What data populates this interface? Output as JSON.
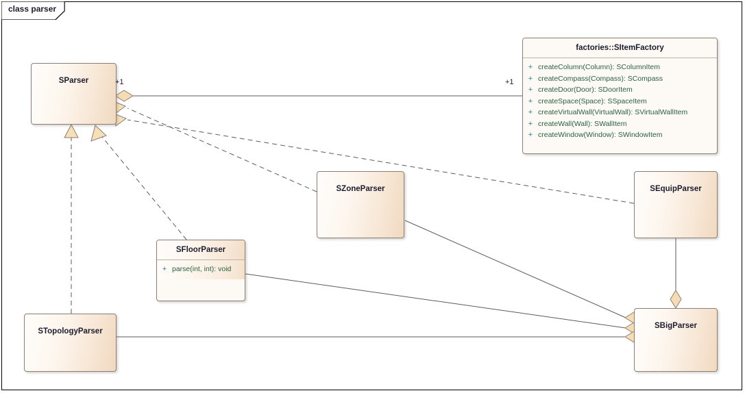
{
  "diagram": {
    "frame_label": "class parser",
    "kind": "uml-class-diagram",
    "colors": {
      "box_border": "#8a7f76",
      "box_fill_light": "#fffdfb",
      "box_fill_dark": "#f0d9c0",
      "title_text": "#1c1c2e",
      "member_text": "#2c5d3f",
      "visibility_text": "#2d7a8c",
      "connector": "#5a5a5a",
      "diamond_fill": "#f5dcb4",
      "frame_border": "#000000"
    }
  },
  "classes": [
    {
      "id": "sparser",
      "name": "SParser",
      "members": []
    },
    {
      "id": "sitemfactory",
      "name": "factories::SItemFactory",
      "members": [
        {
          "visibility": "+",
          "signature": "createColumn(Column): SColumnItem"
        },
        {
          "visibility": "+",
          "signature": "createCompass(Compass): SCompass"
        },
        {
          "visibility": "+",
          "signature": "createDoor(Door): SDoorItem"
        },
        {
          "visibility": "+",
          "signature": "createSpace(Space): SSpaceItem"
        },
        {
          "visibility": "+",
          "signature": "createVirtualWall(VirtualWall): SVirtualWallItem"
        },
        {
          "visibility": "+",
          "signature": "createWall(Wall): SWallItem"
        },
        {
          "visibility": "+",
          "signature": "createWindow(Window): SWindowItem"
        }
      ]
    },
    {
      "id": "szoneparser",
      "name": "SZoneParser",
      "members": []
    },
    {
      "id": "sequipparser",
      "name": "SEquipParser",
      "members": []
    },
    {
      "id": "sfloorparser",
      "name": "SFloorParser",
      "members": [
        {
          "visibility": "+",
          "signature": "parse(int, int): void"
        }
      ]
    },
    {
      "id": "stopologyparser",
      "name": "STopologyParser",
      "members": []
    },
    {
      "id": "sbigparser",
      "name": "SBigParser",
      "members": []
    }
  ],
  "multiplicities": [
    {
      "id": "mult-sparser-end",
      "value": "+1"
    },
    {
      "id": "mult-sitemfactory-end",
      "value": "+1"
    }
  ],
  "relationships": [
    {
      "id": "rel-sparser-sitemfactory",
      "type": "aggregation",
      "from": "sparser",
      "to": "sitemfactory",
      "from_multiplicity": "+1",
      "to_multiplicity": "+1"
    },
    {
      "id": "rel-szoneparser-sparser",
      "type": "realization",
      "from": "szoneparser",
      "to": "sparser"
    },
    {
      "id": "rel-sequipparser-sparser",
      "type": "realization",
      "from": "sequipparser",
      "to": "sparser"
    },
    {
      "id": "rel-sfloorparser-sparser",
      "type": "realization",
      "from": "sfloorparser",
      "to": "sparser"
    },
    {
      "id": "rel-stopologyparser-sparser",
      "type": "realization",
      "from": "stopologyparser",
      "to": "sparser"
    },
    {
      "id": "rel-sfloorparser-sbigparser",
      "type": "aggregation",
      "from": "sbigparser",
      "to": "sfloorparser"
    },
    {
      "id": "rel-szoneparser-sbigparser",
      "type": "aggregation",
      "from": "sbigparser",
      "to": "szoneparser"
    },
    {
      "id": "rel-stopologyparser-sbigparser",
      "type": "aggregation",
      "from": "sbigparser",
      "to": "stopologyparser"
    },
    {
      "id": "rel-sequipparser-sbigparser",
      "type": "aggregation",
      "from": "sbigparser",
      "to": "sequipparser"
    }
  ]
}
